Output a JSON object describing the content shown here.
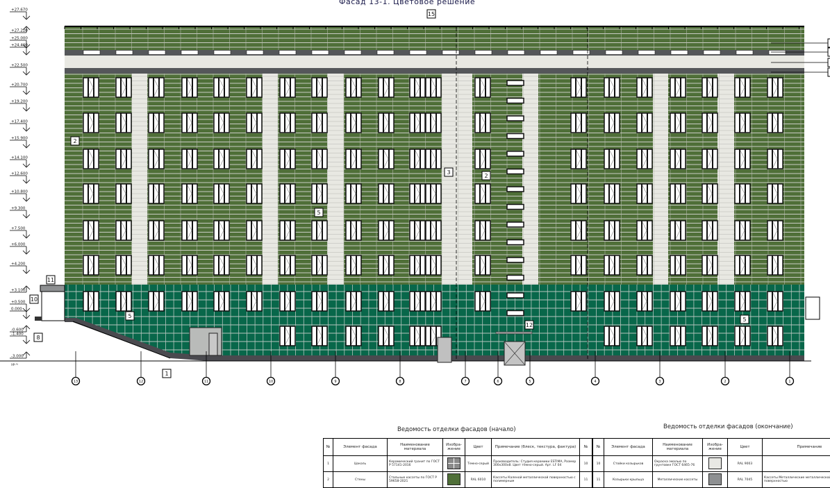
{
  "title": "Фасад 13-1. Цветовое решение",
  "colors": {
    "wall_green": "#4f6f38",
    "ground_teal": "#08674a",
    "light_band": "#e8e8e2",
    "dark_band": "#55575a",
    "plinth": "#4a4a4f"
  },
  "elevation_marks": [
    "+27.670",
    "+27.220",
    "+25.000",
    "+24.400",
    "+22.500",
    "+20.700",
    "+19.200",
    "+17.400",
    "+15.900",
    "+14.100",
    "+12.600",
    "+10.800",
    "+9.300",
    "+7.500",
    "+6.000",
    "+4.200",
    "+3.100",
    "+0.500",
    "0.000",
    "-0.600",
    "-1.400",
    "-3.000"
  ],
  "level_note": "ур.ч",
  "axes": [
    "13",
    "12",
    "11",
    "10",
    "9",
    "8",
    "7",
    "6",
    "5",
    "4",
    "3",
    "2",
    "1"
  ],
  "callouts": [
    "15",
    "2",
    "3",
    "2",
    "5",
    "5",
    "11",
    "10",
    "8",
    "1",
    "12",
    "5"
  ],
  "table_start": {
    "caption": "Ведомость отделки фасадов (начало)",
    "headers": [
      "№",
      "Элемент фасада",
      "Наименование материала",
      "Изобра-жение",
      "Цвет",
      "Примечание (блеск, текстура, фактура)",
      "№"
    ],
    "rows": [
      {
        "no": "1",
        "element": "Цоколь",
        "material": "Керамический гранит по ГОСТ Р 57141-2016",
        "swatch": "#8a8a8a",
        "color": "Темно-серый",
        "note": "Производитель: Студия керамики ESTIMA, Размер 300х300х8. Цвет тёмно-серый. Арт. LF 04",
        "next": "10"
      },
      {
        "no": "2",
        "element": "Стены",
        "material": "Стальные кассеты по ГОСТ Р 59658-2021",
        "swatch": "#4f6f38",
        "color": "RAL 6010",
        "note": "Кассеты Каленой металлической поверхностью с полимерным",
        "next": "11"
      }
    ]
  },
  "table_end": {
    "caption": "Ведомость отделки фасадов (окончание)",
    "headers": [
      "№",
      "Элемент фасада",
      "Наименование материала",
      "Изобра-жение",
      "Цвет",
      "Примечание"
    ],
    "rows": [
      {
        "no": "10",
        "element": "Стойки козырьков",
        "material": "Окраска эмалью по грунтовке ГОСТ 6465-76",
        "swatch": "#e8e8e4",
        "color": "RAL 9003",
        "note": ""
      },
      {
        "no": "11",
        "element": "Козырьки крыльца",
        "material": "Металлические кассеты",
        "swatch": "#8e9092",
        "color": "RAL 7045",
        "note": "Кассеты Металлические металлической поверхностью"
      }
    ]
  }
}
